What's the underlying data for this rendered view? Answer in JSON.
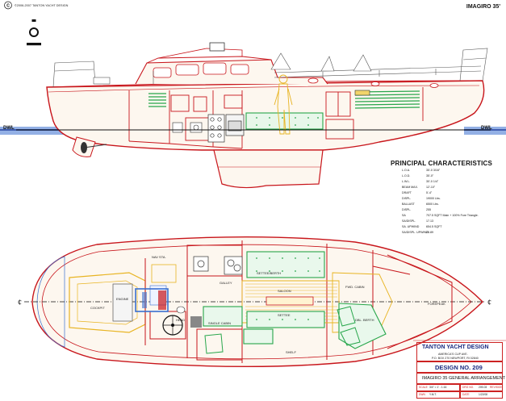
{
  "header": {
    "copyright": "©2006-2007 TANTON YACHT DESIGN",
    "copyright_symbol": "C",
    "yacht_name": "IMAGIRO 35'"
  },
  "profile": {
    "waterline_label_left": "DWL",
    "waterline_label_right": "DWL"
  },
  "principal_characteristics": {
    "title": "PRINCIPAL CHARACTERISTICS",
    "rows": [
      {
        "key": "L.O.A.",
        "value": "35'-0 3/16\""
      },
      {
        "key": "L.O.D.",
        "value": "35'-0\""
      },
      {
        "key": "L.W.L.",
        "value": "30'-0 1/4\""
      },
      {
        "key": "BEAM MAX.",
        "value": "12'-10\""
      },
      {
        "key": "DRAFT",
        "value": "5'-4\""
      },
      {
        "key": "DISPL.",
        "value": "19000 Lbs."
      },
      {
        "key": "BALLAST",
        "value": "6500 Lbs."
      },
      {
        "key": "DISPL.",
        "value": "255"
      },
      {
        "key": "SA",
        "value": "707.5 SQFT Main + 100% Fore Triangle."
      },
      {
        "key": "SA/DISPL.",
        "value": "17.13"
      },
      {
        "key": "SA. UPWIND",
        "value": "654.5 SQFT"
      },
      {
        "key": "SA/DISPL. UPWIND",
        "value": "25.89"
      }
    ]
  },
  "plan": {
    "centerline_left": "¢",
    "centerline_right": "¢",
    "labels": {
      "nav_sta": "NAV STA.",
      "settee_berth": "SETTEE/BERTH",
      "galley": "GALLEY",
      "saloon": "SALOON",
      "fwd_cabin": "FWD. CABIN",
      "cockpit": "COCKPIT",
      "engine": "ENGINE",
      "head": "HEAD",
      "single_cabin": "SINGLE CABIN",
      "settee": "SETTEE",
      "dbl_berth": "DBL. BERTH",
      "forepeak": "FOREPEAK",
      "shelf": "SHELF"
    }
  },
  "title_block": {
    "company": "TANTON YACHT DESIGN",
    "address_line1": "AMERICA'S CUP AVE.",
    "address_line2": "P.O. BOX 270 NEWPORT, RI 02840",
    "design_no": "DESIGN NO. 209",
    "drawing_title": "IMAGIRO 35 GENERAL ARRANGEMENT",
    "scale_label": "SCALE",
    "scale_value": "3/4\" = 1' - 1:16",
    "dwn_label": "DWN",
    "dwn_value": "Y.M.T.",
    "drg_label": "DRG NO.",
    "drg_value": "209-03",
    "date_label": "DATE",
    "date_value": "1/22/08",
    "rev_label": "REVISION"
  },
  "colors": {
    "hull_red": "#c8151b",
    "deck_green": "#27a64b",
    "interior_yellow": "#e8b422",
    "water_blue": "#3a6fd0",
    "title_blue": "#1a2a80"
  }
}
